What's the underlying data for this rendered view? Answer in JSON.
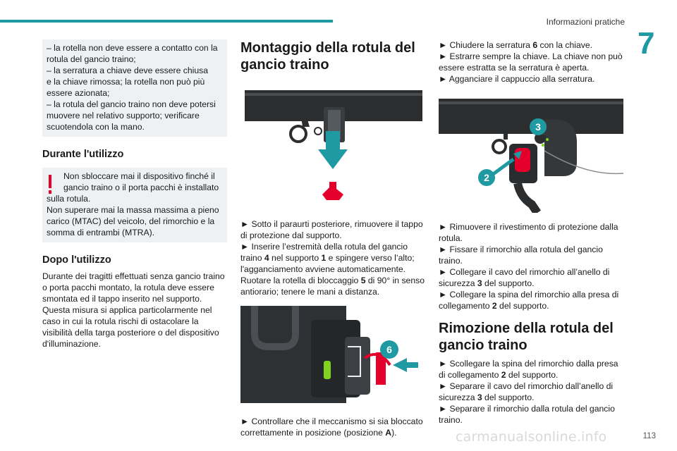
{
  "header": {
    "section_title": "Informazioni pratiche",
    "chapter_number": "7"
  },
  "col1": {
    "note_lines": [
      "– la rotella non deve essere a contatto con la",
      "rotula del gancio traino;",
      "– la serratura a chiave deve essere chiusa",
      "e la chiave rimossa; la rotella non può più",
      "essere azionata;",
      "– la rotula del gancio traino non deve potersi",
      "muovere nel relativo supporto; verificare",
      "scuotendola con la mano."
    ],
    "during_use_title": "Durante l'utilizzo",
    "warning_lines": [
      "Non sbloccare mai il dispositivo finché il",
      "gancio traino o il porta pacchi è installato",
      "sulla rotula.",
      "Non superare mai la massa massima a pieno",
      "carico (MTAC) del veicolo, del rimorchio e la",
      "somma di entrambi (MTRA)."
    ],
    "after_use_title": "Dopo l'utilizzo",
    "after_use_lines": [
      "Durante dei tragitti effettuati senza gancio traino",
      "o porta pacchi montato, la rotula deve essere",
      "smontata ed il tappo inserito nel supporto.",
      "Questa misura si applica particolarmente nel",
      "caso in cui la rotula rischi di ostacolare la",
      "visibilità della targa posteriore o del dispositivo",
      "d'illuminazione."
    ]
  },
  "col2": {
    "title_line1": "Montaggio della rotula del",
    "title_line2": "gancio traino",
    "steps_a_lines": [
      "►  Sotto il paraurti posteriore, rimuovere il tappo",
      "di protezione dal supporto.",
      "►  Inserire l’estremità della rotula del gancio"
    ],
    "step_a4_pre": "traino ",
    "step_a4_b1": "4",
    "step_a4_mid": " nel supporto ",
    "step_a4_b2": "1",
    "step_a4_post": " e spingere verso l’alto;",
    "steps_a_lines2": [
      "l'agganciamento avviene automaticamente."
    ],
    "step_a6_pre": "Ruotare la rotella di bloccaggio ",
    "step_a6_b": "5",
    "step_a6_post": " di 90° in senso",
    "step_a7": "antiorario; tenere le mani a distanza.",
    "fig_label_6": "6",
    "step_b1": "►  Controllare che il meccanismo si sia bloccato",
    "step_b2_pre": "correttamente in posizione (posizione ",
    "step_b2_b": "A",
    "step_b2_post": ")."
  },
  "col3": {
    "s1_pre": "►  Chiudere la serratura ",
    "s1_b": "6",
    "s1_post": " con la chiave.",
    "s2": "►  Estrarre sempre la chiave. La chiave non può",
    "s3": "essere estratta se la serratura è aperta.",
    "s4": "►  Agganciare il cappuccio alla serratura.",
    "fig_label_2": "2",
    "fig_label_3": "3",
    "t1": "►  Rimuovere il rivestimento di protezione dalla",
    "t2": "rotula.",
    "t3": "►  Fissare il rimorchio alla rotula del gancio",
    "t4": "traino.",
    "t5": "►  Collegare il cavo del rimorchio all’anello di",
    "t6_pre": "sicurezza ",
    "t6_b": "3",
    "t6_post": " del supporto.",
    "t7": "►  Collegare la spina del rimorchio alla presa di",
    "t8_pre": "collegamento ",
    "t8_b": "2",
    "t8_post": " del supporto.",
    "title_line1": "Rimozione della rotula del",
    "title_line2": "gancio traino",
    "u1": "►  Scollegare la spina del rimorchio dalla presa",
    "u2_pre": "di collegamento ",
    "u2_b": "2",
    "u2_post": " del supporto.",
    "u3": "►  Separare il cavo del rimorchio dall’anello di",
    "u4_pre": "sicurezza ",
    "u4_b": "3",
    "u4_post": " del supporto.",
    "u5": "►  Separare il rimorchio dalla rotula del gancio",
    "u6": "traino."
  },
  "footer": {
    "page_number": "113",
    "watermark": "carmanualsonline.info"
  }
}
